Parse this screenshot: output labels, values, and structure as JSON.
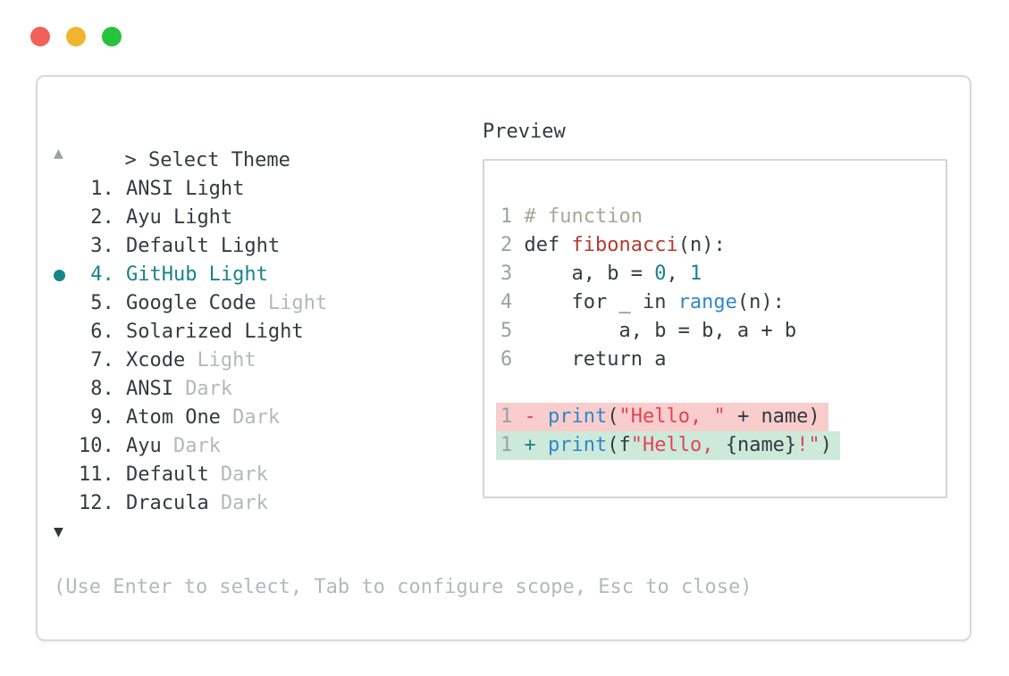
{
  "colors": {
    "traffic_red": "#f2605a",
    "traffic_yellow": "#f1b42f",
    "traffic_green": "#27c33c",
    "window_border": "#d8d9da",
    "preview_border": "#d3d5d7",
    "text_dark": "#343a40",
    "code_text": "#343a40",
    "muted": "#b4b8bc",
    "ln_gray": "#9ba1a7",
    "arrow_dark": "#2f353b",
    "comment": "#a4a99b",
    "function_red": "#b23b31",
    "number_teal": "#19838a",
    "builtin_blue": "#3187c9",
    "string_crimson": "#e24458",
    "accent_teal": "#19838a",
    "diff_removed_bg": "#f8cdcc",
    "diff_added_bg": "#cce9d9"
  },
  "window": {
    "traffic_lights": [
      "close",
      "minimize",
      "zoom"
    ],
    "prompt_char": ">",
    "title": "Select Theme",
    "scroll_up_indicator": "▲",
    "scroll_down_indicator": "▼",
    "hint": "(Use Enter to select, Tab to configure scope, Esc to close)"
  },
  "theme_list": {
    "selected_number": "4.",
    "items": [
      {
        "number": "1.",
        "label": "ANSI Light",
        "muted": "",
        "selected": false
      },
      {
        "number": "2.",
        "label": "Ayu Light",
        "muted": "",
        "selected": false
      },
      {
        "number": "3.",
        "label": "Default Light",
        "muted": "",
        "selected": false
      },
      {
        "number": "4.",
        "label": "GitHub Light",
        "muted": "",
        "selected": true
      },
      {
        "number": "5.",
        "label": "Google Code",
        "muted": "Light",
        "selected": false
      },
      {
        "number": "6.",
        "label": "Solarized Light",
        "muted": "",
        "selected": false
      },
      {
        "number": "7.",
        "label": "Xcode",
        "muted": "Light",
        "selected": false
      },
      {
        "number": "8.",
        "label": "ANSI",
        "muted": "Dark",
        "selected": false
      },
      {
        "number": "9.",
        "label": "Atom One",
        "muted": "Dark",
        "selected": false
      },
      {
        "number": "10.",
        "label": "Ayu",
        "muted": "Dark",
        "selected": false
      },
      {
        "number": "11.",
        "label": "Default",
        "muted": "Dark",
        "selected": false
      },
      {
        "number": "12.",
        "label": "Dracula",
        "muted": "Dark",
        "selected": false
      }
    ]
  },
  "preview": {
    "label": "Preview",
    "code_lines": [
      {
        "ln": "1",
        "bg": "",
        "tokens": [
          {
            "t": "# function",
            "c": "comment"
          }
        ]
      },
      {
        "ln": "2",
        "bg": "",
        "tokens": [
          {
            "t": "def ",
            "c": "text"
          },
          {
            "t": "fibonacci",
            "c": "function"
          },
          {
            "t": "(n):",
            "c": "text"
          }
        ]
      },
      {
        "ln": "3",
        "bg": "",
        "tokens": [
          {
            "t": "    a, b = ",
            "c": "text"
          },
          {
            "t": "0",
            "c": "number"
          },
          {
            "t": ", ",
            "c": "text"
          },
          {
            "t": "1",
            "c": "number"
          }
        ]
      },
      {
        "ln": "4",
        "bg": "",
        "tokens": [
          {
            "t": "    for _ in ",
            "c": "text"
          },
          {
            "t": "range",
            "c": "builtin"
          },
          {
            "t": "(n):",
            "c": "text"
          }
        ]
      },
      {
        "ln": "5",
        "bg": "",
        "tokens": [
          {
            "t": "        a, b = b, a + b",
            "c": "text"
          }
        ]
      },
      {
        "ln": "6",
        "bg": "",
        "tokens": [
          {
            "t": "    return a",
            "c": "text"
          }
        ]
      },
      {
        "ln": "",
        "bg": "",
        "tokens": []
      },
      {
        "ln": "1",
        "bg": "removed",
        "tokens": [
          {
            "t": "- ",
            "c": "removed_marker"
          },
          {
            "t": "print",
            "c": "builtin"
          },
          {
            "t": "(",
            "c": "text"
          },
          {
            "t": "\"Hello, \"",
            "c": "string"
          },
          {
            "t": " + name)",
            "c": "text"
          }
        ]
      },
      {
        "ln": "1",
        "bg": "added",
        "tokens": [
          {
            "t": "+ ",
            "c": "added_marker"
          },
          {
            "t": "print",
            "c": "builtin"
          },
          {
            "t": "(f",
            "c": "text"
          },
          {
            "t": "\"Hello, ",
            "c": "string"
          },
          {
            "t": "{name}",
            "c": "text"
          },
          {
            "t": "!\"",
            "c": "string"
          },
          {
            "t": ")",
            "c": "text"
          }
        ]
      }
    ]
  }
}
